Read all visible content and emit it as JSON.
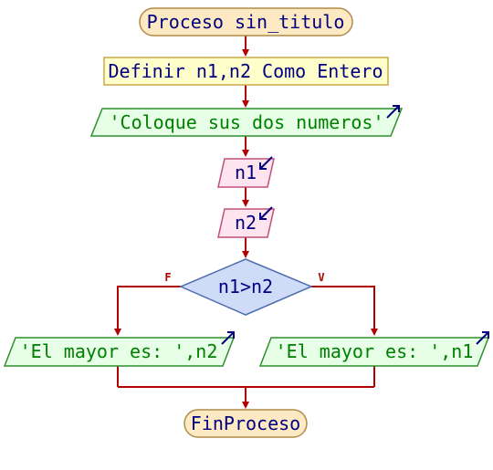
{
  "colors": {
    "terminal_fill": "#fde9c2",
    "terminal_stroke": "#b08a4a",
    "process_fill": "#ffffcc",
    "process_stroke": "#c8a94a",
    "output_fill": "#e6ffe6",
    "output_stroke": "#2f8f2f",
    "output_text": "#008000",
    "input_fill": "#fde4ee",
    "input_stroke": "#c0507a",
    "decision_fill": "#cfdcf8",
    "decision_stroke": "#506fb0",
    "text_dark": "#000080",
    "flow": "#b00000"
  },
  "flowchart": {
    "start_label": "Proceso sin_titulo",
    "define_label": "Definir n1,n2 Como Entero",
    "prompt_label": "'Coloque sus dos numeros'",
    "input1_label": "n1",
    "input2_label": "n2",
    "decision_label": "n1>n2",
    "false_label": "F",
    "true_label": "V",
    "output_false_label": "'El mayor es: ',n2",
    "output_true_label": "'El mayor es: ',n1",
    "end_label": "FinProceso"
  }
}
